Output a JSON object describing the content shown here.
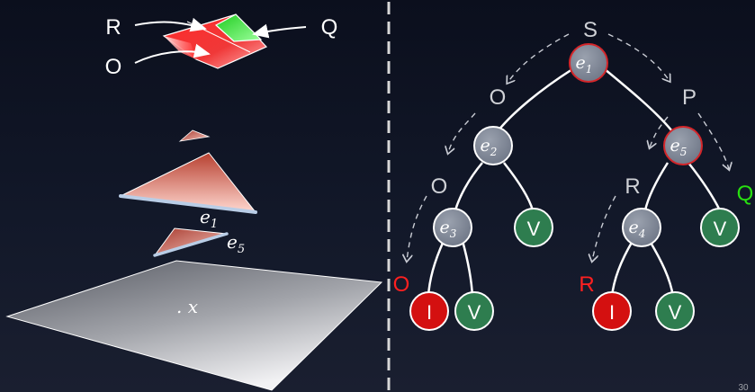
{
  "left_panel": {
    "top_labels": {
      "r": "R",
      "q": "Q",
      "o": "O"
    },
    "edge_labels": {
      "e1": "e1",
      "e5": "e5"
    },
    "point_label": ". x"
  },
  "tree": {
    "labels": {
      "root_label": "S",
      "o_level1": "O",
      "p_level1": "P",
      "o_level2": "O",
      "r_level2": "R",
      "q_level2": "Q",
      "o_leaf": "O",
      "r_leaf": "R"
    },
    "nodes": {
      "e1": "e1",
      "e2": "e2",
      "e3": "e3",
      "e4": "e4",
      "e5": "e5"
    },
    "leaves": {
      "leaf_in_1": "I",
      "leaf_v_1": "V",
      "leaf_v_2": "V",
      "leaf_in_2": "I",
      "leaf_v_3": "V",
      "leaf_v_4": "V"
    }
  },
  "page_number": "30",
  "colors": {
    "node_gray": "#7f8796",
    "node_red_border": "#d4262a",
    "leaf_red": "#d41010",
    "leaf_green": "#2e7d4f",
    "q_green": "#28e010",
    "r_red": "#ff2020"
  }
}
